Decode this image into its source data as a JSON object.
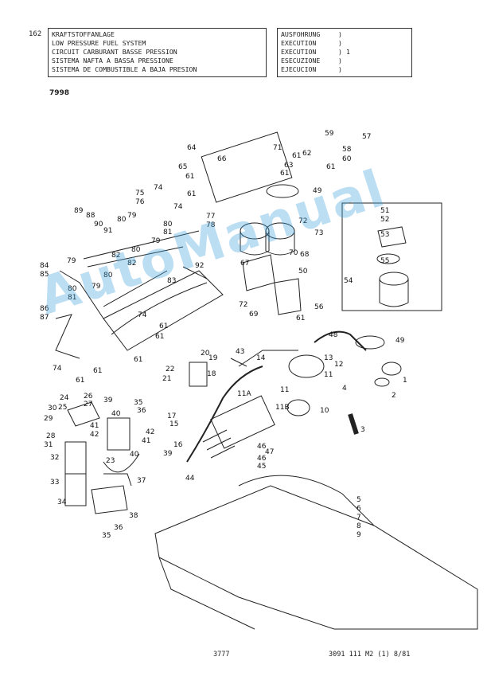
{
  "page": {
    "number": "162",
    "doc_code": "7998",
    "footer_left": "3777",
    "footer_right": "3091 111 M2 (1) 8/81"
  },
  "title": {
    "lines": [
      "KRAFTSTOFFANLAGE",
      "LOW PRESSURE FUEL SYSTEM",
      "CIRCUIT CARBURANT BASSE PRESSION",
      "SISTEMA NAFTA A BASSA PRESSIONE",
      "SISTEMA DE COMBUSTIBLE A BAJA PRESION"
    ]
  },
  "execution": {
    "rows": [
      {
        "label": "AUSFOHRUNG",
        "paren": ")",
        "value": ""
      },
      {
        "label": "EXECUTION",
        "paren": ")",
        "value": ""
      },
      {
        "label": "EXECUTION",
        "paren": ")",
        "value": "1"
      },
      {
        "label": "ESECUZIONE",
        "paren": ")",
        "value": ""
      },
      {
        "label": "EJECUCION",
        "paren": ")",
        "value": ""
      }
    ]
  },
  "watermark": "AutoManual",
  "diagram": {
    "callouts": [
      "1",
      "2",
      "3",
      "4",
      "5",
      "6",
      "7",
      "8",
      "9",
      "10",
      "11",
      "11A",
      "11B",
      "12",
      "13",
      "14",
      "15",
      "16",
      "17",
      "18",
      "19",
      "20",
      "21",
      "22",
      "23",
      "24",
      "25",
      "26",
      "27",
      "28",
      "29",
      "30",
      "31",
      "32",
      "33",
      "34",
      "35",
      "36",
      "37",
      "38",
      "39",
      "40",
      "41",
      "42",
      "43",
      "44",
      "45",
      "46",
      "47",
      "48",
      "49",
      "50",
      "51",
      "52",
      "53",
      "54",
      "55",
      "56",
      "57",
      "58",
      "59",
      "60",
      "61",
      "62",
      "63",
      "64",
      "65",
      "66",
      "67",
      "68",
      "69",
      "70",
      "71",
      "72",
      "73",
      "74",
      "75",
      "76",
      "77",
      "78",
      "79",
      "80",
      "81",
      "82",
      "83",
      "84",
      "85",
      "86",
      "87",
      "88",
      "89",
      "90",
      "91",
      "92"
    ]
  }
}
